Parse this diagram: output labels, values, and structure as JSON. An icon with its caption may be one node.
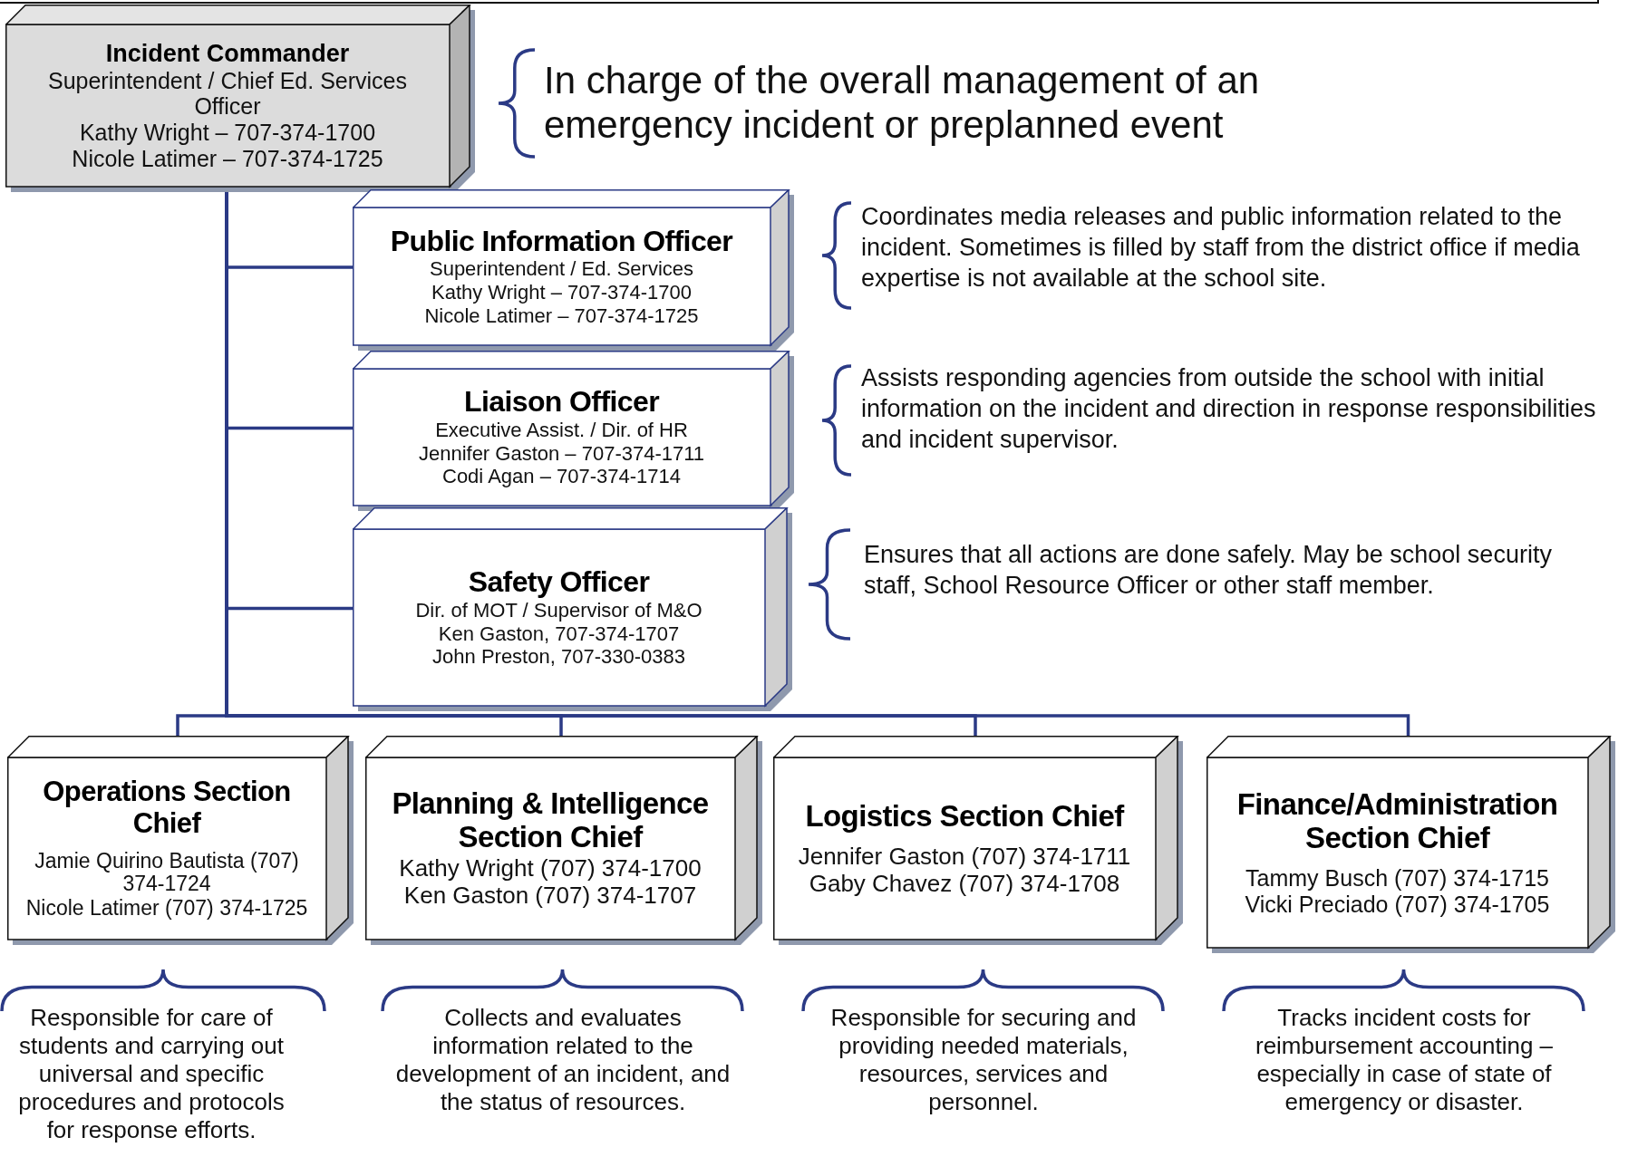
{
  "diagram": {
    "nodes": [
      {
        "text": [
          "Incident Commander",
          "Superintendent / Chief Ed. Services Officer",
          "Kathy Wright – 707-374-1700",
          "Nicole Latimer – 707-374-1725"
        ],
        "beside": [
          "In charge of the overall management of an emergency incident or preplanned event"
        ]
      },
      {
        "text": [
          "Public Information Officer",
          "Superintendent / Ed. Services",
          "Kathy Wright – 707-374-1700",
          "Nicole Latimer – 707-374-1725"
        ],
        "beside": [
          "Coordinates media releases and public information related to the incident. Sometimes is filled by staff from the district office if media expertise is not available at the school site."
        ]
      },
      {
        "text": [
          "Liaison Officer",
          "Executive Assist. / Dir. of HR",
          "Jennifer Gaston – 707-374-1711",
          "Codi Agan – 707-374-1714"
        ],
        "beside": [
          "Assists responding agencies from outside the school with initial information on the incident and direction in response responsibilities and incident supervisor."
        ]
      },
      {
        "text": [
          "Safety Officer",
          "Dir. of MOT / Supervisor of M&O",
          "Ken Gaston, 707-374-1707",
          "John Preston, 707-330-0383"
        ],
        "beside": [
          "Ensures that all actions are done safely.  May be school security staff, School Resource Officer or other staff member."
        ]
      },
      {
        "text": [
          "Operations Section Chief",
          "Jamie Quirino Bautista (707) 374-1724",
          "Nicole Latimer (707) 374-1725"
        ],
        "beside": [
          "Responsible for care of students and carrying out universal and specific procedures and protocols for response efforts."
        ]
      },
      {
        "text": [
          "Planning & Intelligence Section Chief",
          "Kathy Wright (707) 374-1700",
          "Ken Gaston (707) 374-1707"
        ],
        "beside": [
          "Collects and evaluates information related to the development of an incident, and the status of resources."
        ]
      },
      {
        "text": [
          "Logistics Section Chief",
          "Jennifer Gaston (707) 374-1711",
          "Gaby Chavez (707) 374-1708"
        ],
        "beside": [
          "Responsible for securing and providing needed materials, resources, services and personnel."
        ]
      },
      {
        "text": [
          "Finance/Administration Section Chief",
          "Tammy Busch (707) 374-1715",
          "Vicki Preciado (707) 374-1705"
        ],
        "beside": [
          "Tracks incident costs for reimbursement accounting – especially in case of state of emergency or disaster."
        ]
      }
    ],
    "edges": [
      {
        "from": 0,
        "to": 1,
        "arrow": "none"
      },
      {
        "from": 0,
        "to": 2,
        "arrow": "none"
      },
      {
        "from": 0,
        "to": 3,
        "arrow": "none"
      },
      {
        "from": 0,
        "to": 4,
        "arrow": "none"
      },
      {
        "from": 0,
        "to": 5,
        "arrow": "none"
      },
      {
        "from": 0,
        "to": 6,
        "arrow": "none"
      },
      {
        "from": 0,
        "to": 7,
        "arrow": "none"
      }
    ]
  }
}
